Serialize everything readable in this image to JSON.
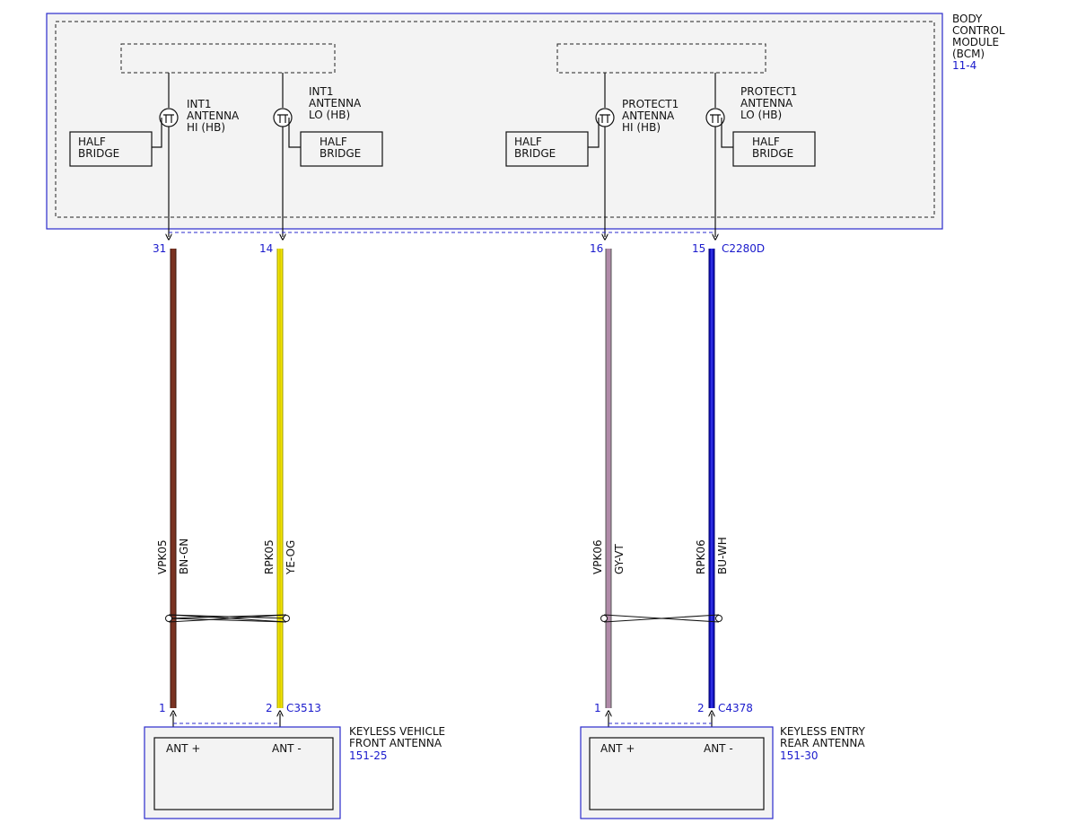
{
  "colors": {
    "outline": "#2b2bcc",
    "ref_text": "#1a1acc",
    "wire_vpk05": "#7a3322",
    "wire_rpk05": "#f2e600",
    "wire_vpk06": "#b08aa8",
    "wire_rpk06": "#1010c0"
  },
  "bcm": {
    "name_lines": [
      "BODY",
      "CONTROL",
      "MODULE",
      "(BCM)"
    ],
    "ref": "11-4",
    "connector": "C2280D",
    "half_bridge": [
      "HALF",
      "BRIDGE"
    ],
    "outputs": [
      {
        "lines": [
          "INT1",
          "ANTENNA",
          "HI (HB)"
        ],
        "pin": "31"
      },
      {
        "lines": [
          "INT1",
          "ANTENNA",
          "LO (HB)"
        ],
        "pin": "14"
      },
      {
        "lines": [
          "PROTECT1",
          "ANTENNA",
          "HI (HB)"
        ],
        "pin": "16"
      },
      {
        "lines": [
          "PROTECT1",
          "ANTENNA",
          "LO (HB)"
        ],
        "pin": "15"
      }
    ]
  },
  "wires": [
    {
      "circuit": "VPK05",
      "color_code": "BN-GN"
    },
    {
      "circuit": "RPK05",
      "color_code": "YE-OG"
    },
    {
      "circuit": "VPK06",
      "color_code": "GY-VT"
    },
    {
      "circuit": "RPK06",
      "color_code": "BU-WH"
    }
  ],
  "antennas": [
    {
      "name_lines": [
        "KEYLESS VEHICLE",
        "FRONT ANTENNA"
      ],
      "ref": "151-25",
      "connector": "C3513",
      "pins": [
        {
          "num": "1",
          "label": "ANT +"
        },
        {
          "num": "2",
          "label": "ANT -"
        }
      ]
    },
    {
      "name_lines": [
        "KEYLESS ENTRY",
        "REAR ANTENNA"
      ],
      "ref": "151-30",
      "connector": "C4378",
      "pins": [
        {
          "num": "1",
          "label": "ANT +"
        },
        {
          "num": "2",
          "label": "ANT -"
        }
      ]
    }
  ]
}
